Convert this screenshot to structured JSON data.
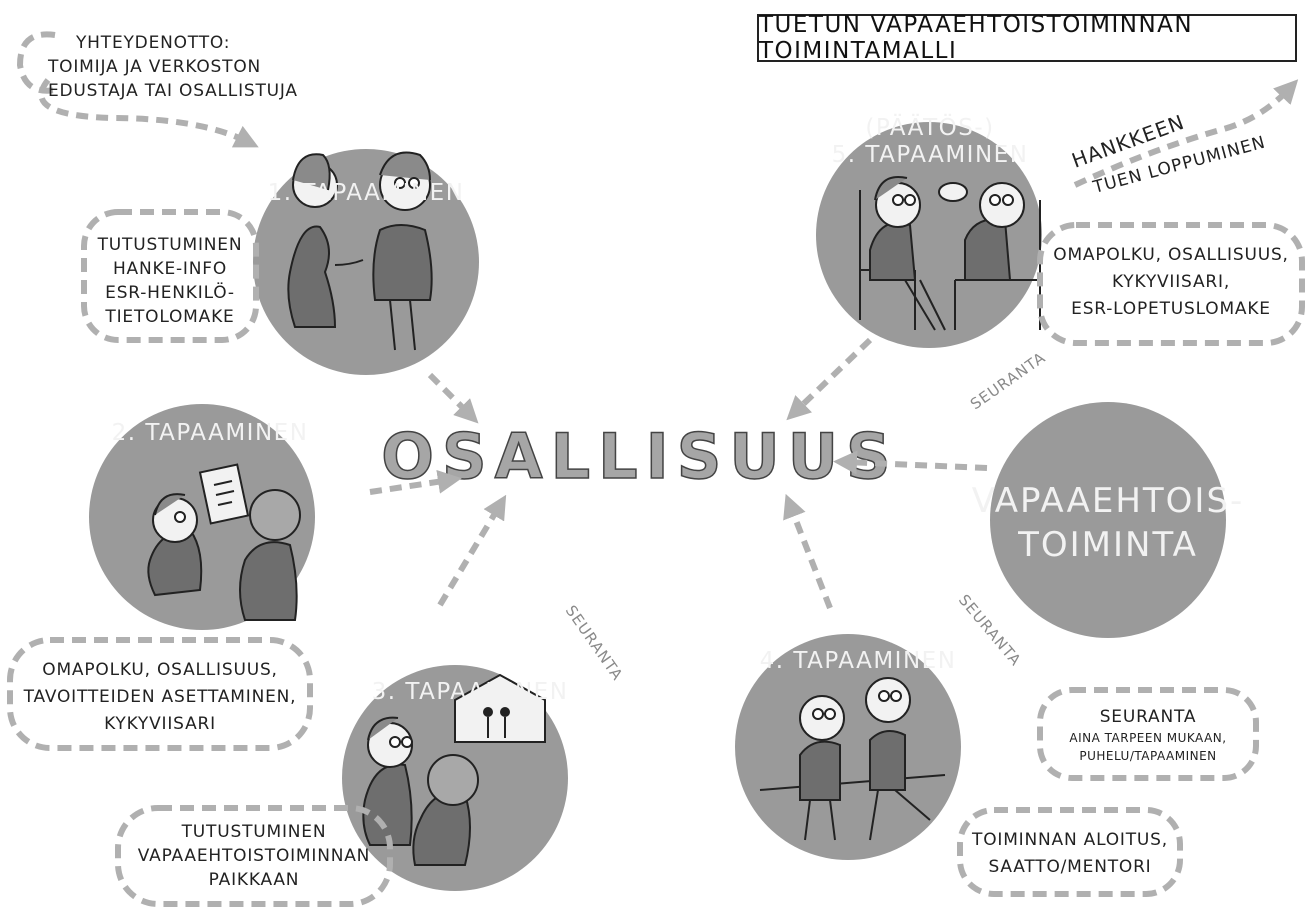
{
  "title": "TUETUN VAPAAEHTOISTOIMINNAN TOIMINTAMALLI",
  "center_label": "OSALLISUUS",
  "contact": {
    "lines": [
      "YHTEYDENOTTO:",
      "TOIMIJA JA VERKOSTON",
      "EDUSTAJA TAI OSALLISTUJA"
    ]
  },
  "meetings": [
    {
      "title": "1. TAPAAMINEN",
      "note": [
        "TUTUSTUMINEN",
        "HANKE-INFO",
        "ESR-HENKILÖ-",
        "TIETOLOMAKE"
      ]
    },
    {
      "title": "2. TAPAAMINEN",
      "note": [
        "OMAPOLKU, OSALLISUUS,",
        "TAVOITTEIDEN ASETTAMINEN,",
        "KYKYVIISARI"
      ]
    },
    {
      "title": "3. TAPAAMINEN",
      "note": [
        "TUTUSTUMINEN",
        "VAPAAEHTOISTOIMINNAN",
        "PAIKKAAN"
      ]
    },
    {
      "title": "4. TAPAAMINEN",
      "note": [
        "TOIMINNAN ALOITUS,",
        "SAATTO/MENTORI"
      ]
    },
    {
      "pre": "(PÄÄTÖS-)",
      "title": "5. TAPAAMINEN",
      "note": [
        "OMAPOLKU, OSALLISUUS,",
        "KYKYVIISARI,",
        "ESR-LOPETUSLOMAKE"
      ]
    }
  ],
  "volunteer": [
    "VAPAAEHTOIS-",
    "TOIMINTA"
  ],
  "end_label": [
    "HANKKEEN",
    "TUEN LOPPUMINEN"
  ],
  "followup": {
    "title": "SEURANTA",
    "lines": [
      "AINA TARPEEN MUKAAN,",
      "PUHELU/TAPAAMINEN"
    ]
  },
  "seuranta_labels": [
    "SEURANTA",
    "SEURANTA",
    "SEURANTA"
  ]
}
